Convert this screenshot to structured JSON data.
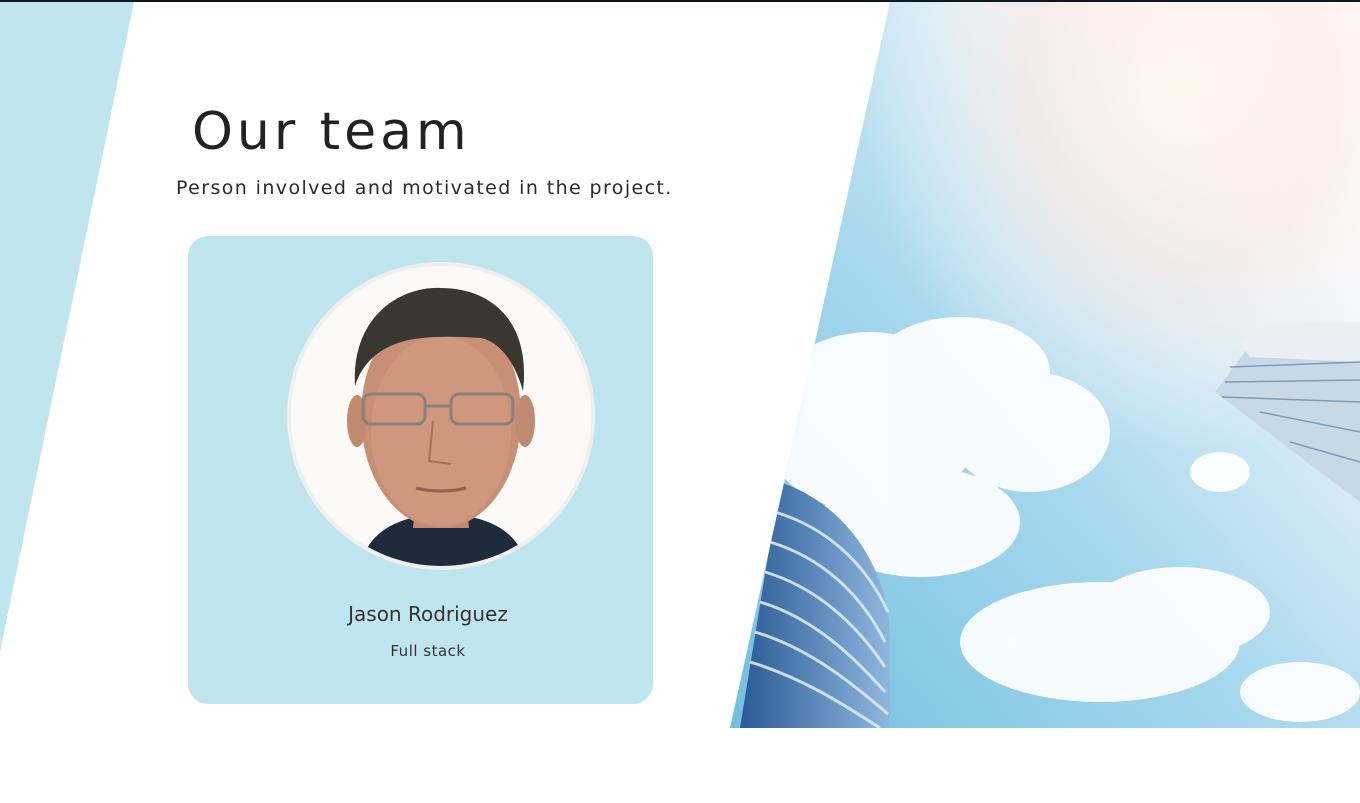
{
  "header": {
    "title": "Our team",
    "subtitle": "Person involved and motivated in the project."
  },
  "team": {
    "members": [
      {
        "name": "Jason Rodriguez",
        "role": "Full stack"
      }
    ]
  },
  "colors": {
    "accent": "#bfe5ee",
    "text": "#222222",
    "background": "#ffffff"
  }
}
